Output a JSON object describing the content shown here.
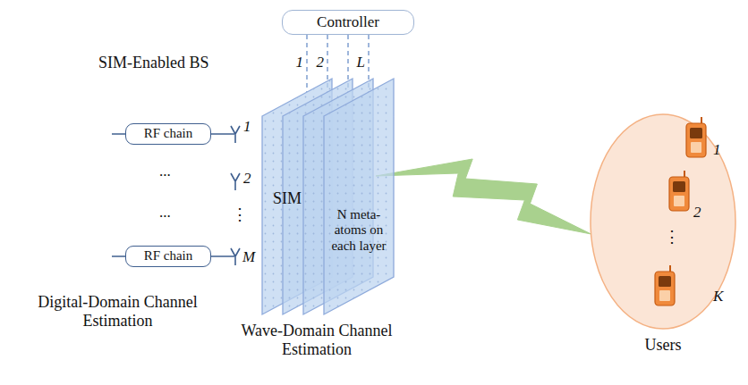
{
  "diagram": {
    "nodes": [
      {
        "text": [
          "Controller"
        ]
      },
      {
        "text": [
          "RF chain"
        ]
      },
      {
        "text": [
          "RF chain"
        ]
      },
      {
        "text": [
          "SIM",
          "N meta-atoms on each layer"
        ]
      },
      {
        "text": [
          "Users"
        ]
      }
    ],
    "edges": [
      {
        "from": 0,
        "to": 3,
        "arrow": "none",
        "label": "1"
      },
      {
        "from": 0,
        "to": 3,
        "arrow": "none",
        "label": "2"
      },
      {
        "from": 0,
        "to": 3,
        "arrow": "none"
      },
      {
        "from": 0,
        "to": 3,
        "arrow": "none",
        "label": "L"
      },
      {
        "from": 3,
        "to": 4,
        "arrow": "to"
      }
    ],
    "labels": [
      "SIM-Enabled BS",
      "1",
      "2",
      "M",
      "...",
      "...",
      "⋮",
      "Digital-Domain Channel Estimation",
      "Wave-Domain Channel Estimation",
      "1",
      "2",
      "⋮",
      "K"
    ]
  }
}
